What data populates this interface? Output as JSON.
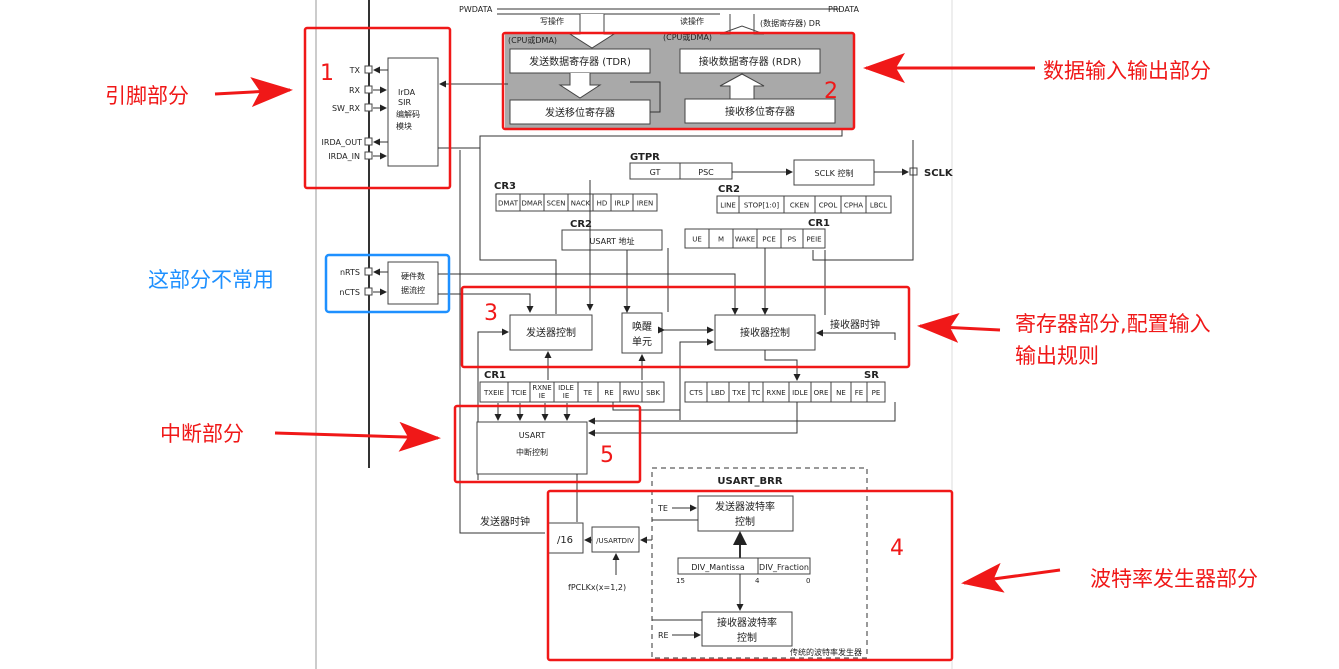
{
  "annotations": {
    "pins": "引脚部分",
    "data_io": "数据输入输出部分",
    "flow_control": "这部分不常用",
    "registers_line1": "寄存器部分,配置输入",
    "registers_line2": "输出规则",
    "interrupt": "中断部分",
    "baud": "波特率发生器部分",
    "nums": [
      "1",
      "2",
      "3",
      "4",
      "5"
    ]
  },
  "bus": {
    "pwdata": "PWDATA",
    "prdata": "PRDATA",
    "write_op": "写操作",
    "read_op": "读操作",
    "dr": "(数据寄存器) DR",
    "cpu_dma_left": "(CPU或DMA)",
    "cpu_dma_right": "(CPU或DMA)"
  },
  "data_block": {
    "tdr": "发送数据寄存器 (TDR)",
    "rdr": "接收数据寄存器 (RDR)",
    "tx_shift": "发送移位寄存器",
    "rx_shift": "接收移位寄存器"
  },
  "pins": [
    "TX",
    "RX",
    "SW_RX",
    "IRDA_OUT",
    "IRDA_IN"
  ],
  "irda_block": [
    "IrDA",
    "SIR",
    "编解码",
    "模块"
  ],
  "flow_pins": [
    "nRTS",
    "nCTS"
  ],
  "flow_block": [
    "硬件数",
    "据流控"
  ],
  "gtpr": {
    "title": "GTPR",
    "fields": [
      "GT",
      "PSC"
    ]
  },
  "sclk_ctrl": "SCLK 控制",
  "sclk_pin": "SCLK",
  "cr3": {
    "title": "CR3",
    "fields": [
      "DMAT",
      "DMAR",
      "SCEN",
      "NACK",
      "HD",
      "IRLP",
      "IREN"
    ]
  },
  "cr2_top": {
    "title": "CR2",
    "fields": [
      "LINE",
      "STOP[1:0]",
      "CKEN",
      "CPOL",
      "CPHA",
      "LBCL"
    ]
  },
  "cr2_addr": {
    "title": "CR2",
    "label": "USART 地址"
  },
  "cr1_top": {
    "title": "CR1",
    "fields": [
      "UE",
      "M",
      "WAKE",
      "PCE",
      "PS",
      "PEIE"
    ]
  },
  "control": {
    "tx_ctrl": "发送器控制",
    "wake_line1": "唤醒",
    "wake_line2": "单元",
    "rx_ctrl": "接收器控制",
    "rx_clock": "接收器时钟",
    "tx_clock": "发送器时钟"
  },
  "cr1_bottom": {
    "title": "CR1",
    "fields": [
      "TXEIE",
      "TCIE",
      "RXNE IE",
      "IDLE IE",
      "TE",
      "RE",
      "RWU",
      "SBK"
    ]
  },
  "sr": {
    "title": "SR",
    "fields": [
      "CTS",
      "LBD",
      "TXE",
      "TC",
      "RXNE",
      "IDLE",
      "ORE",
      "NE",
      "FE",
      "PE"
    ]
  },
  "interrupt": {
    "line1": "USART",
    "line2": "中断控制"
  },
  "baud": {
    "title": "USART_BRR",
    "div16": "/16",
    "usartdiv": "/USARTDIV",
    "fpclk": "fPCLKx(x=1,2)",
    "te": "TE",
    "re": "RE",
    "tx_baud_line1": "发送器波特率",
    "tx_baud_line2": "控制",
    "rx_baud_line1": "接收器波特率",
    "rx_baud_line2": "控制",
    "mantissa": "DIV_Mantissa",
    "fraction": "DIV_Fraction",
    "bit15": "15",
    "bit4": "4",
    "bit0": "0",
    "legacy": "传统的波特率发生器"
  }
}
